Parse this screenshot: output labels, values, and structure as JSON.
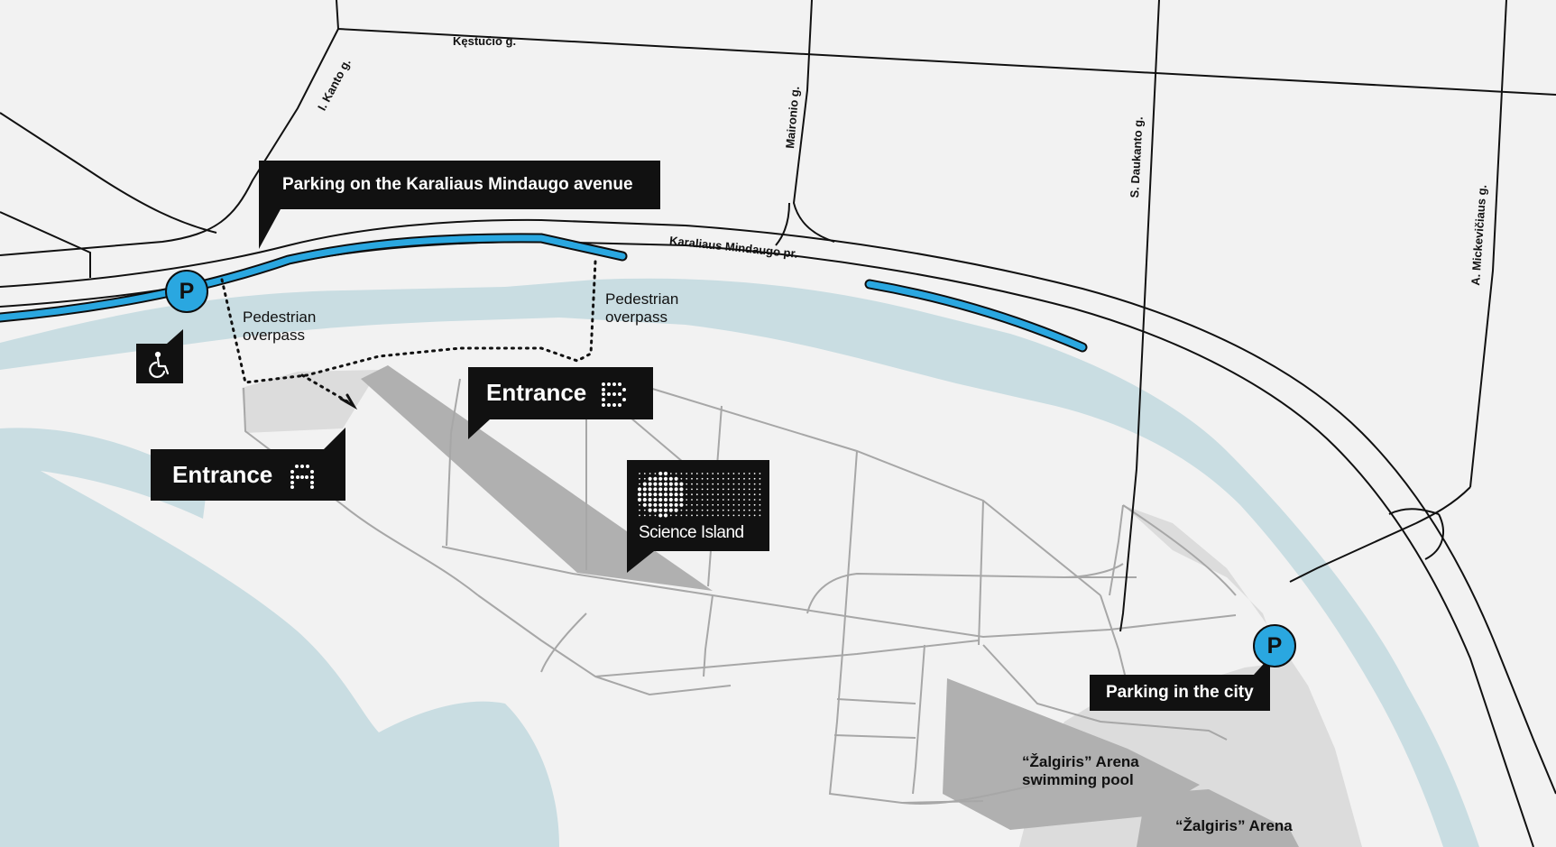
{
  "map": {
    "colors": {
      "background": "#f2f2f2",
      "water": "#c9dde2",
      "road": "#111111",
      "path": "#a7a7a7",
      "area_light": "#d9d9d9",
      "area_dark": "#b0b0b0",
      "parking_highlight": "#2aa7e0",
      "callout_bg": "#111111",
      "callout_text": "#ffffff"
    },
    "streets": {
      "kestucio": "Kęstučio g.",
      "kanto": "I. Kanto g.",
      "maironio": "Maironio g.",
      "daukanto": "S. Daukanto g.",
      "mickeviciaus": "A. Mickevičiaus g.",
      "mindaugo": "Karaliaus Mindaugo pr."
    },
    "callouts": {
      "parking_avenue": "Parking on the Karaliaus Mindaugo avenue",
      "parking_city": "Parking in the city",
      "entrance_a": "Entrance",
      "entrance_e": "Entrance",
      "science_island": "Science Island"
    },
    "labels": {
      "overpass_left_1": "Pedestrian",
      "overpass_left_2": "overpass",
      "overpass_right_1": "Pedestrian",
      "overpass_right_2": "overpass",
      "pool_1": "“Žalgiris” Arena",
      "pool_2": "swimming pool",
      "arena": "“Žalgiris” Arena"
    },
    "pins": {
      "parking_symbol": "P"
    },
    "icons": [
      "parking-icon",
      "wheelchair-icon",
      "entrance-a-glyph",
      "entrance-e-glyph",
      "science-island-logo"
    ]
  }
}
